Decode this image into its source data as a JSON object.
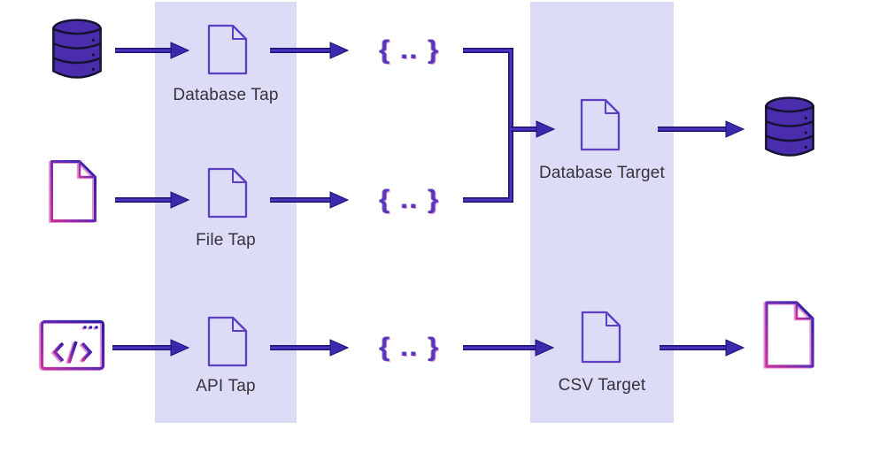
{
  "diagram": {
    "record_glyph": "{ .. }",
    "colors": {
      "background": "#ffffff",
      "band": "#dcdcf6",
      "doc_stroke": "#5b3fc3",
      "arrow_core": "#4c35c0",
      "arrow_edge": "#1c1473",
      "cylinder_fill": "#4a2dad",
      "icon_magenta": "#c62c92",
      "icon_indigo": "#2c1fa6",
      "label_text": "#34333b",
      "record_purple": "#5a35c2"
    },
    "sources": [
      {
        "icon": "database-icon"
      },
      {
        "icon": "file-document-icon"
      },
      {
        "icon": "api-window-icon"
      }
    ],
    "taps": {
      "items": [
        {
          "label": "Database Tap",
          "icon": "document-icon"
        },
        {
          "label": "File Tap",
          "icon": "document-icon"
        },
        {
          "label": "API Tap",
          "icon": "document-icon"
        }
      ]
    },
    "targets": {
      "items": [
        {
          "label": "Database Target",
          "icon": "document-icon"
        },
        {
          "label": "CSV Target",
          "icon": "document-icon"
        }
      ]
    },
    "outputs": [
      {
        "icon": "database-icon"
      },
      {
        "icon": "text-document-icon"
      }
    ]
  }
}
